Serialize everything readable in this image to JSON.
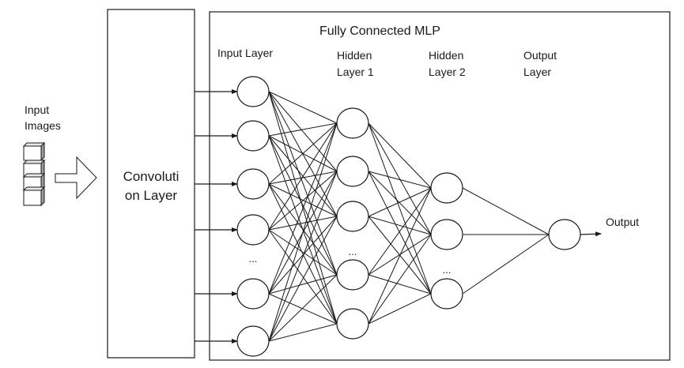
{
  "diagram": {
    "type": "cnn-architecture",
    "input": {
      "label_line1": "Input",
      "label_line2": "Images"
    },
    "conv": {
      "label_line1": "Convoluti",
      "label_line2": "on Layer"
    },
    "mlp": {
      "title": "Fully Connected MLP",
      "layers": [
        {
          "id": "input",
          "label_line1": "Input Layer",
          "label_line2": "",
          "visible_nodes": 6,
          "ellipsis_after": 4
        },
        {
          "id": "hidden1",
          "label_line1": "Hidden",
          "label_line2": "Layer 1",
          "visible_nodes": 5,
          "ellipsis_after": 3
        },
        {
          "id": "hidden2",
          "label_line1": "Hidden",
          "label_line2": "Layer 2",
          "visible_nodes": 3,
          "ellipsis_after": 2
        },
        {
          "id": "output",
          "label_line1": "Output",
          "label_line2": "Layer",
          "visible_nodes": 1,
          "ellipsis_after": null
        }
      ],
      "ellipsis": "...",
      "output_label": "Output"
    },
    "colors": {
      "stroke": "#1a1a1a",
      "background": "#ffffff",
      "cube_shade": "#9a9a9a"
    }
  }
}
